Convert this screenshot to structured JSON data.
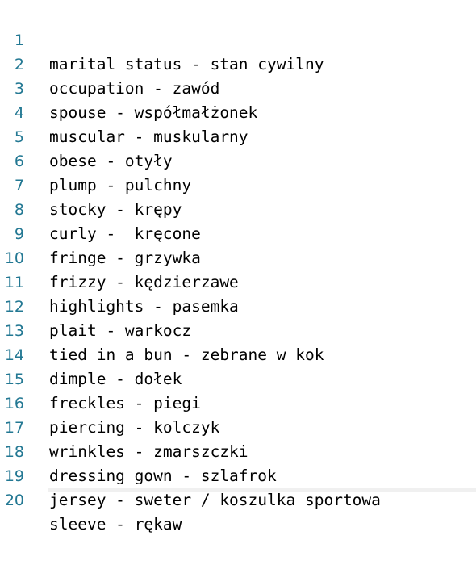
{
  "editor": {
    "lines": [
      {
        "num": "1",
        "text": "marital status - stan cywilny"
      },
      {
        "num": "2",
        "text": "occupation - zawód"
      },
      {
        "num": "3",
        "text": "spouse - współmałżonek"
      },
      {
        "num": "4",
        "text": "muscular - muskularny"
      },
      {
        "num": "5",
        "text": "obese - otyły"
      },
      {
        "num": "6",
        "text": "plump - pulchny"
      },
      {
        "num": "7",
        "text": "stocky - krępy"
      },
      {
        "num": "8",
        "text": "curly -  kręcone"
      },
      {
        "num": "9",
        "text": "fringe - grzywka"
      },
      {
        "num": "10",
        "text": "frizzy - kędzierzawe"
      },
      {
        "num": "11",
        "text": "highlights - pasemka"
      },
      {
        "num": "12",
        "text": "plait - warkocz"
      },
      {
        "num": "13",
        "text": "tied in a bun - zebrane w kok"
      },
      {
        "num": "14",
        "text": "dimple - dołek"
      },
      {
        "num": "15",
        "text": "freckles - piegi"
      },
      {
        "num": "16",
        "text": "piercing - kolczyk"
      },
      {
        "num": "17",
        "text": "wrinkles - zmarszczki"
      },
      {
        "num": "18",
        "text": "dressing gown - szlafrok"
      },
      {
        "num": "19",
        "text": "jersey - sweter / koszulka sportowa"
      },
      {
        "num": "20",
        "text": "sleeve - rękaw"
      }
    ]
  }
}
